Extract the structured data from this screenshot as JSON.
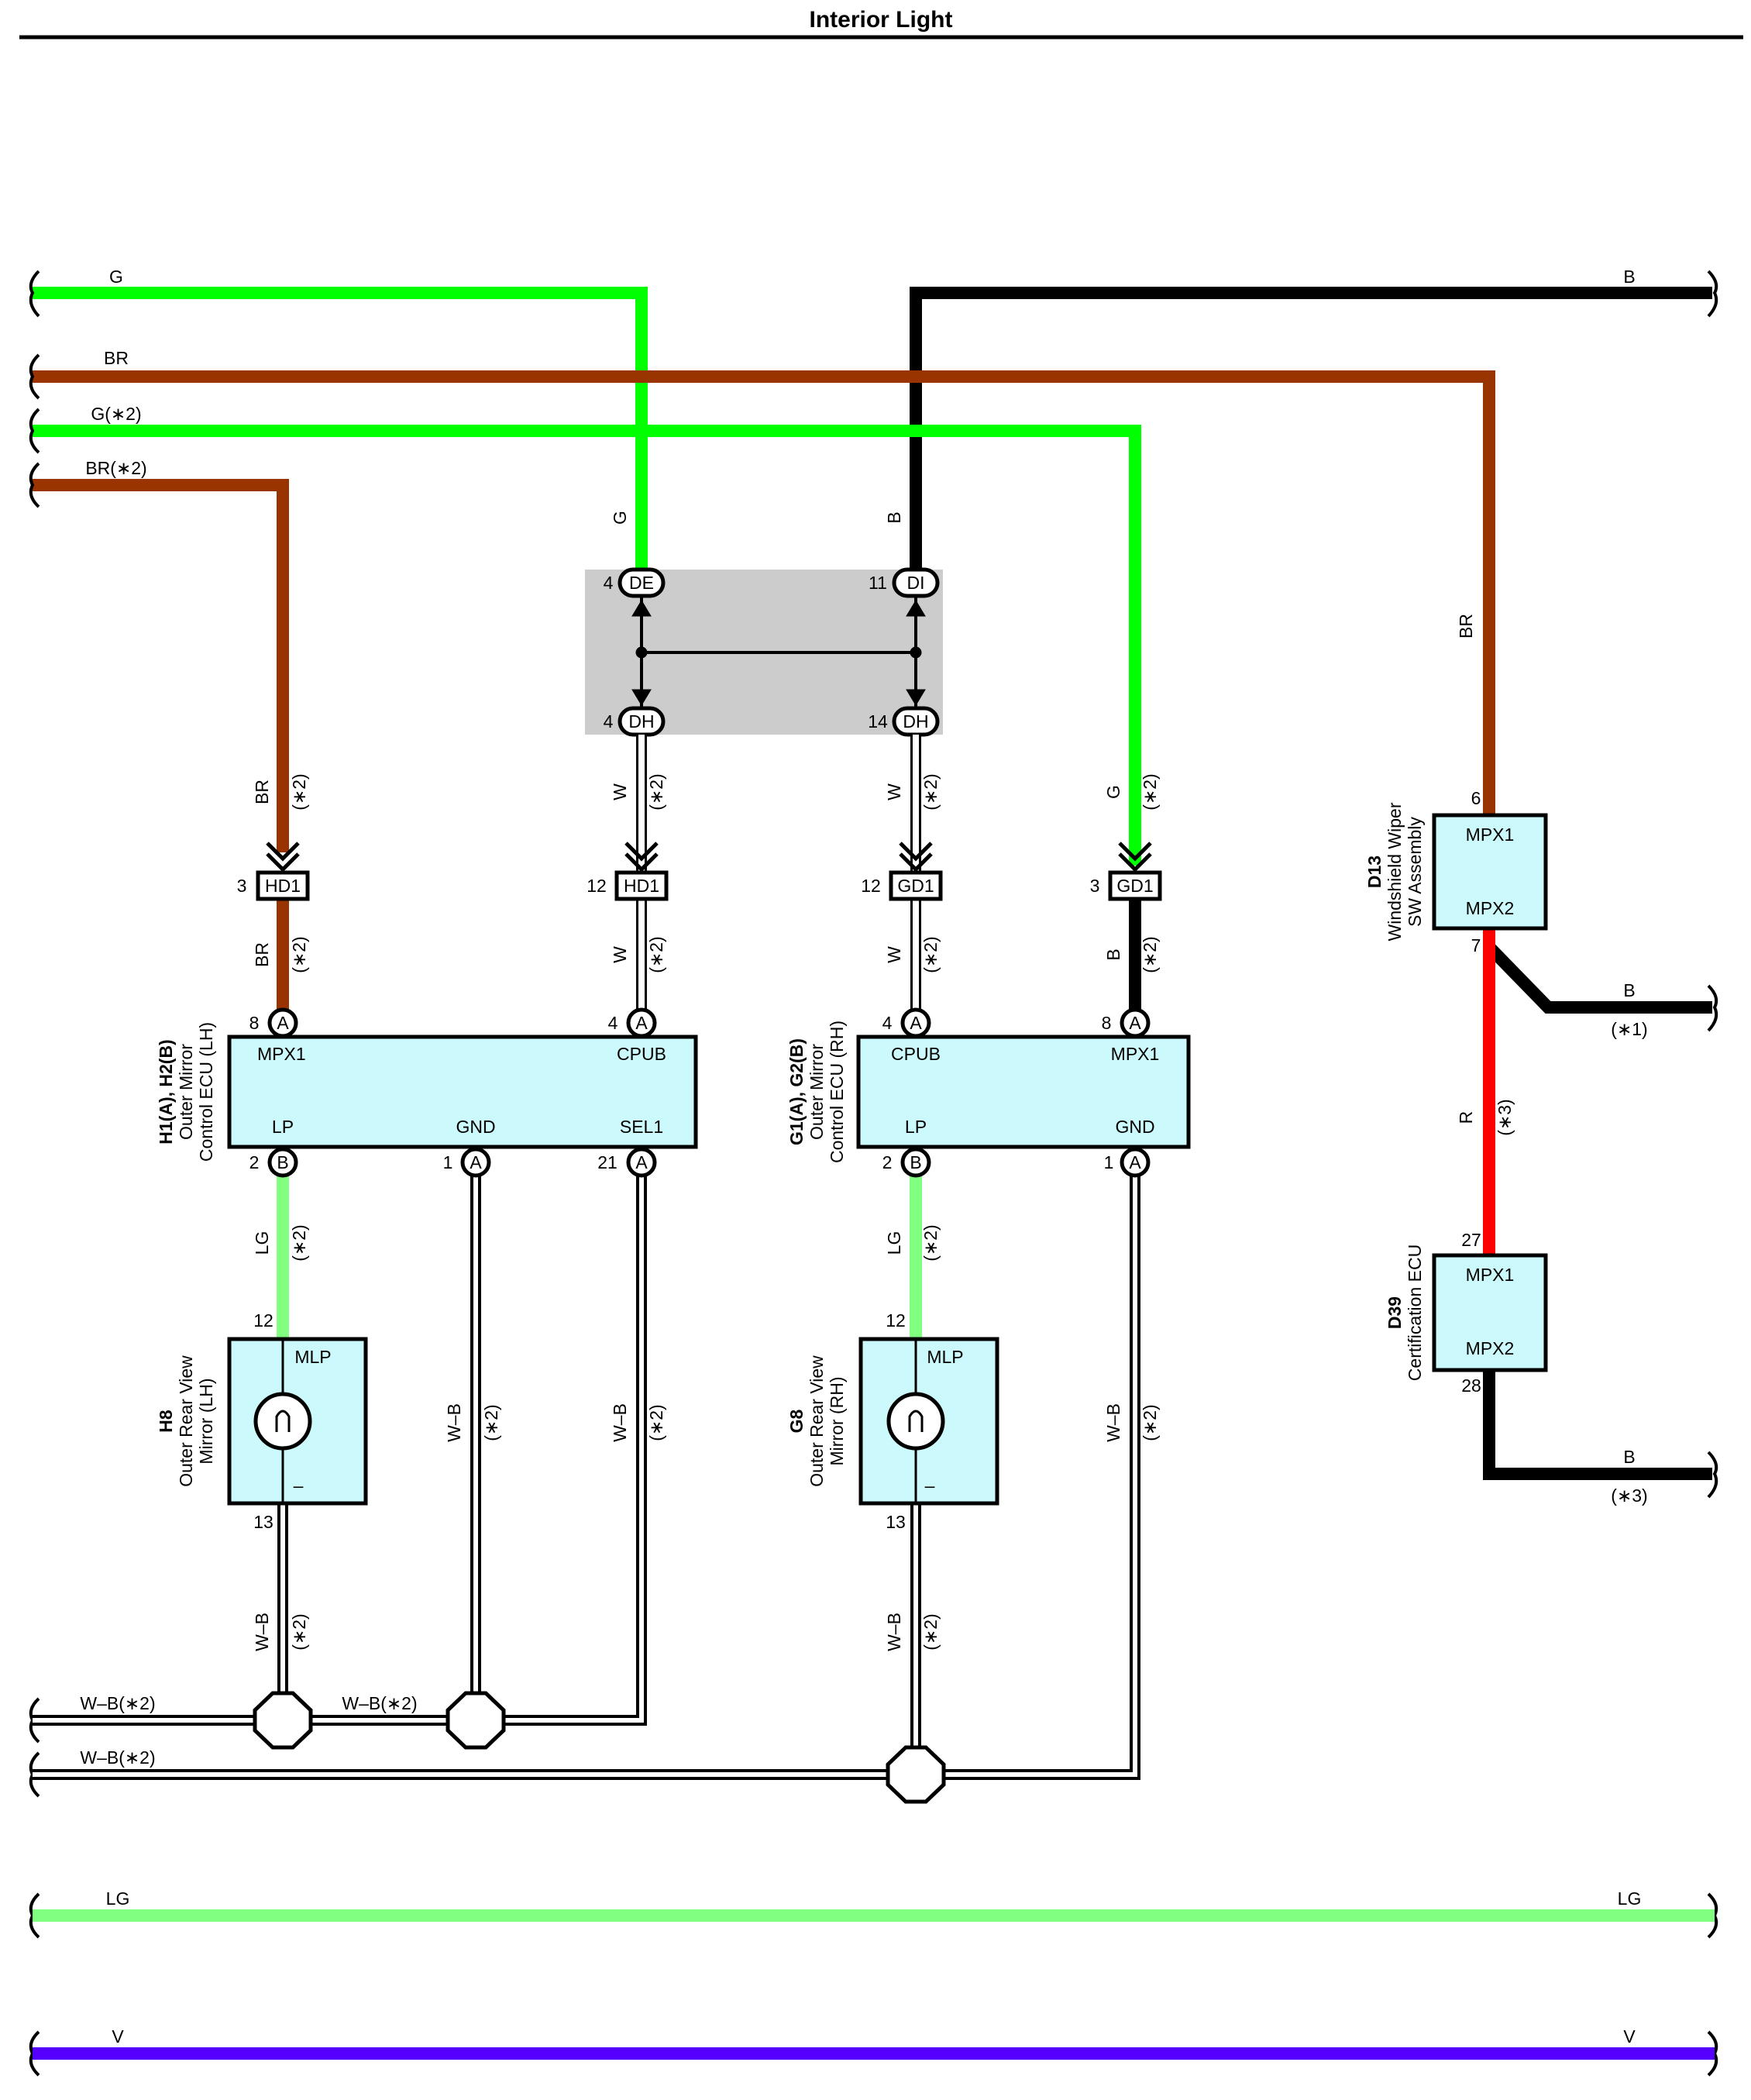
{
  "title": "Interior Light",
  "wires": {
    "g": "G",
    "br": "BR",
    "g2": "G(∗2)",
    "br2": "BR(∗2)",
    "b": "B",
    "w": "W",
    "b_right": "B",
    "lg": "LG",
    "v": "V",
    "r": "R",
    "wb": "W–B",
    "wb2": "W–B(∗2)",
    "n1": "(∗1)",
    "n2": "(∗2)",
    "n3": "(∗3)"
  },
  "colors": {
    "g": "#00ff00",
    "br": "#993300",
    "b": "#000000",
    "lg": "#80ff80",
    "v": "#5500ff",
    "r": "#ff0000",
    "box": "#ccf9fb",
    "junction": "#cccccc"
  },
  "connectors": {
    "de": "DE",
    "di": "DI",
    "dh": "DH",
    "hd1": "HD1",
    "gd1": "GD1",
    "a": "A",
    "b": "B"
  },
  "pins": {
    "p4": "4",
    "p11": "11",
    "p14": "14",
    "p3": "3",
    "p12": "12",
    "p8": "8",
    "p2": "2",
    "p1": "1",
    "p21": "21",
    "p13": "13",
    "p6": "6",
    "p7": "7",
    "p27": "27",
    "p28": "28"
  },
  "terminals": {
    "mpx1": "MPX1",
    "mpx2": "MPX2",
    "cpub": "CPUB",
    "lp": "LP",
    "gnd": "GND",
    "sel1": "SEL1",
    "mlp": "MLP",
    "minus": "–"
  },
  "components": {
    "h1_id": "H1(A), H2(B)",
    "h1_name1": "Outer Mirror",
    "h1_name2": "Control ECU (LH)",
    "g1_id": "G1(A), G2(B)",
    "g1_name1": "Outer Mirror",
    "g1_name2": "Control ECU (RH)",
    "h8_id": "H8",
    "h8_name1": "Outer Rear View",
    "h8_name2": "Mirror (LH)",
    "g8_id": "G8",
    "g8_name1": "Outer Rear View",
    "g8_name2": "Mirror (RH)",
    "d13_id": "D13",
    "d13_name1": "Windshield Wiper",
    "d13_name2": "SW Assembly",
    "d39_id": "D39",
    "d39_name1": "Certification ECU"
  }
}
